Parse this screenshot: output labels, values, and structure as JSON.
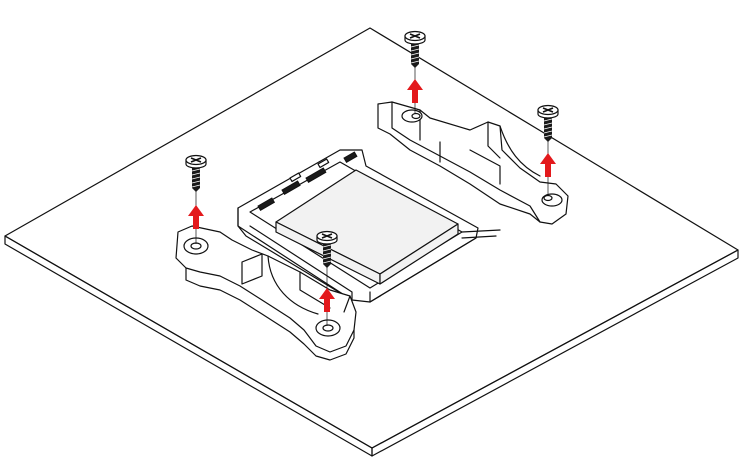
{
  "diagram": {
    "kind": "mounting-bracket-removal",
    "colors": {
      "board_fill": "#ececec",
      "line": "#111111",
      "arrow": "#e3191c",
      "bracket": "#ffffff",
      "cpu": "#f2f2f2",
      "screw_thread": "#1a1a1a"
    },
    "parts": {
      "screws": 4,
      "brackets": 2,
      "arrows": 4,
      "arrow_direction": "up"
    }
  }
}
